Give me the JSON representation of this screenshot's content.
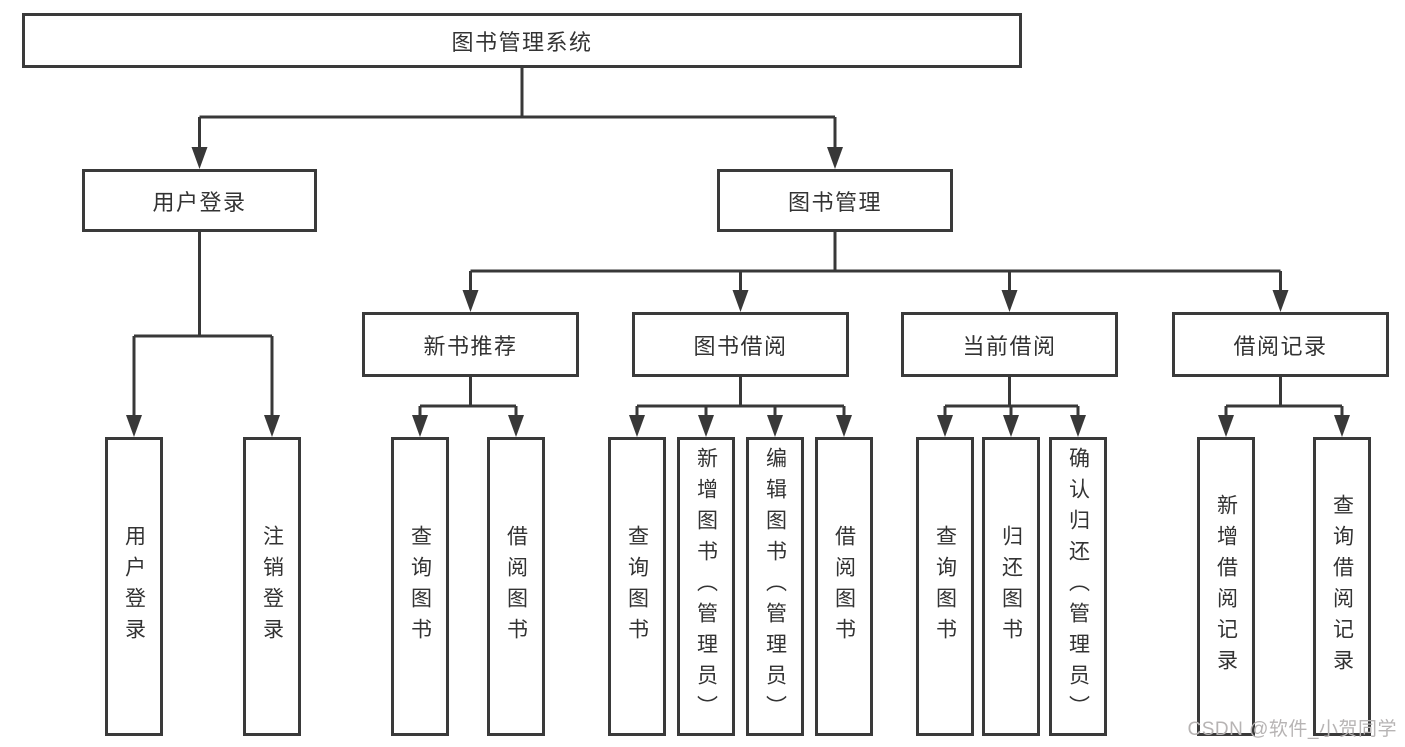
{
  "colors": {
    "line": "#383838",
    "border": "#3a3a3a",
    "text": "#333333",
    "watermark": "#b7b4b4",
    "background": "#ffffff"
  },
  "tree": {
    "root": "图书管理系统",
    "level2": [
      {
        "label": "用户登录",
        "leaves": [
          "用户登录",
          "注销登录"
        ]
      },
      {
        "label": "图书管理",
        "groups": [
          {
            "label": "新书推荐",
            "leaves": [
              "查询图书",
              "借阅图书"
            ]
          },
          {
            "label": "图书借阅",
            "leaves": [
              "查询图书",
              "新增图书（管理员）",
              "编辑图书（管理员）",
              "借阅图书"
            ]
          },
          {
            "label": "当前借阅",
            "leaves": [
              "查询图书",
              "归还图书",
              "确认归还（管理员）"
            ]
          },
          {
            "label": "借阅记录",
            "leaves": [
              "新增借阅记录",
              "查询借阅记录"
            ]
          }
        ]
      }
    ]
  },
  "watermark": {
    "text": "CSDN @软件_小贺同学"
  }
}
